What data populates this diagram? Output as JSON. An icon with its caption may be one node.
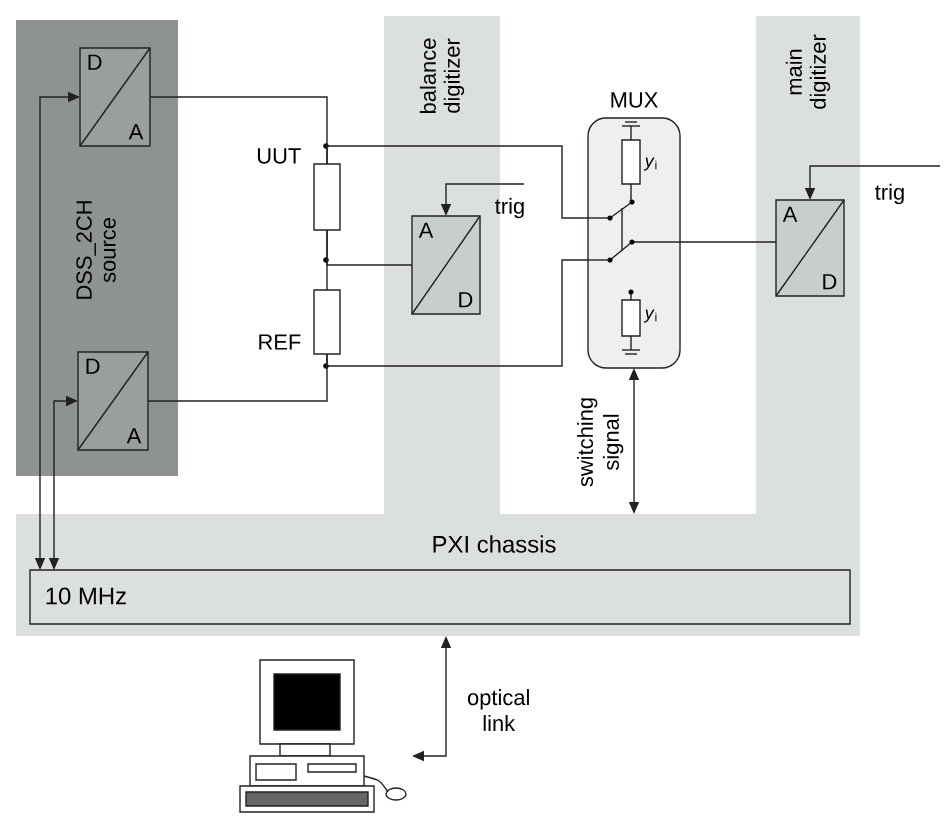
{
  "diagram": {
    "nodes": [
      {
        "text": [
          "DSS_2CH source"
        ]
      },
      {
        "text": [
          "D",
          "A"
        ],
        "in": 0
      },
      {
        "text": [
          "D",
          "A"
        ],
        "in": 0
      },
      {
        "text": [
          "balance digitizer"
        ]
      },
      {
        "text": [
          "A",
          "D"
        ],
        "in": 3
      },
      {
        "text": [
          "MUX"
        ]
      },
      {
        "text": [
          "main digitizer"
        ]
      },
      {
        "text": [
          "A",
          "D"
        ],
        "in": 6
      },
      {
        "text": [
          "PXI chassis"
        ]
      },
      {
        "text": [
          "10 MHz"
        ],
        "in": 8
      },
      {
        "text": [],
        "shape": "picture"
      },
      {
        "text": [
          "UUT"
        ]
      },
      {
        "text": [
          "REF"
        ]
      },
      {
        "text": [
          "*y*$_{i}$"
        ],
        "in": 5
      },
      {
        "text": [
          "*y*$_{i}$"
        ],
        "in": 5
      }
    ],
    "edges": [
      {
        "from": 1,
        "to": 11,
        "arrow": "none"
      },
      {
        "from": 2,
        "to": 12,
        "arrow": "none"
      },
      {
        "from": 11,
        "to": 12,
        "arrow": "none"
      },
      {
        "from": 11,
        "to": 4,
        "arrow": "none"
      },
      {
        "from": 11,
        "to": 5,
        "arrow": "none"
      },
      {
        "from": 12,
        "to": 5,
        "arrow": "none"
      },
      {
        "from": 5,
        "to": 7,
        "arrow": "none"
      },
      {
        "from": null,
        "to": 4,
        "arrow": "to",
        "label": "trig"
      },
      {
        "from": null,
        "to": 7,
        "arrow": "to",
        "label": "trig"
      },
      {
        "from": 5,
        "to": 8,
        "arrow": "both",
        "label": "switching signal"
      },
      {
        "from": 9,
        "to": 1,
        "arrow": "both"
      },
      {
        "from": 9,
        "to": 2,
        "arrow": "both"
      },
      {
        "from": 10,
        "to": 8,
        "arrow": "both",
        "label": "optical link"
      }
    ]
  }
}
